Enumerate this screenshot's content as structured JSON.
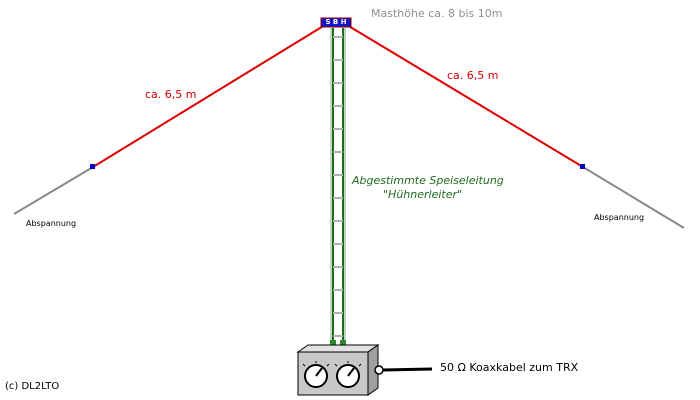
{
  "labels": {
    "mast_height": "Masthöhe ca. 8 bis 10m",
    "length_left": "ca. 6,5 m",
    "length_right": "ca. 6,5 m",
    "feedline_line1": "Abgestimmte Speiseleitung",
    "feedline_line2": "\"Hühnerleiter\"",
    "guy_left": "Abspannung",
    "guy_right": "Abspannung",
    "coax": "50 Ω Koaxkabel zum TRX",
    "copyright": "(c) DL2LTO",
    "center_insulator": "S B H"
  },
  "colors": {
    "antenna_wire": "#dd0000",
    "guy_rope": "#888888",
    "insulator": "#0000cc",
    "feedline": "#1a6b1a",
    "feedline_spreader": "#b0b0b0",
    "tuner_box": "#c8c8c8",
    "coax": "#000000"
  }
}
